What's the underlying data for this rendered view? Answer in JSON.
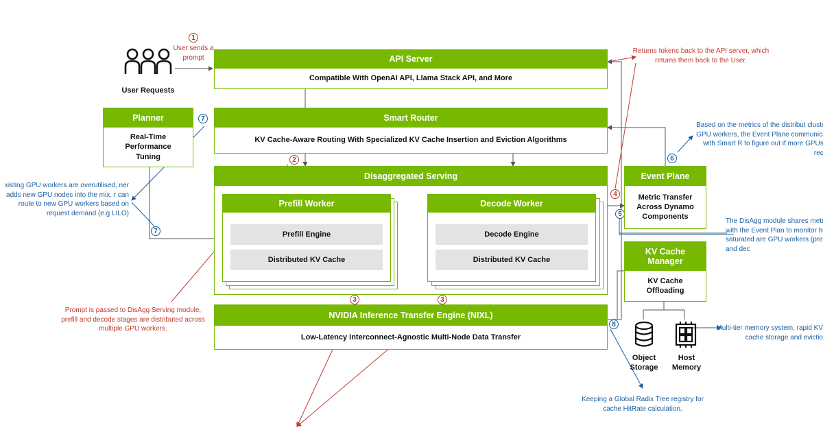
{
  "user": {
    "label": "User Requests"
  },
  "api_server": {
    "title": "API Server",
    "body": "Compatible With OpenAI API, Llama Stack API, and More"
  },
  "planner": {
    "title": "Planner",
    "body": "Real-Time Performance Tuning"
  },
  "smart_router": {
    "title": "Smart Router",
    "body": "KV Cache-Aware Routing With Specialized KV Cache Insertion and Eviction Algorithms"
  },
  "disagg": {
    "title": "Disaggregated Serving"
  },
  "prefill": {
    "title": "Prefill Worker",
    "engine": "Prefill Engine",
    "cache": "Distributed KV Cache"
  },
  "decode": {
    "title": "Decode Worker",
    "engine": "Decode Engine",
    "cache": "Distributed KV Cache"
  },
  "nixl": {
    "title": "NVIDIA Inference Transfer Engine (NIXL)",
    "body": "Low-Latency Interconnect-Agnostic Multi-Node Data Transfer"
  },
  "event_plane": {
    "title": "Event Plane",
    "body": "Metric Transfer Across Dynamo Components"
  },
  "kv_manager": {
    "title": "KV Cache Manager",
    "body": "KV Cache Offloading"
  },
  "storage": {
    "object": "Object Storage",
    "host": "Host Memory"
  },
  "steps": {
    "s1": "1",
    "s2": "2",
    "s3": "3",
    "s4": "4",
    "s5": "5",
    "s6": "6",
    "s7": "7",
    "s8": "8"
  },
  "notes": {
    "user_sends": "User sends a prompt",
    "returns_tokens": "Returns tokens back to the API server, which returns them back to the User.",
    "prompt_passed": "Prompt is passed to DisAgg Serving module, prefill and decode stages are distributed across multiple GPU workers.",
    "overutilised": "xisting GPU workers are overutilised, ner adds new GPU nodes into the mix. r can route to new GPU workers based on request demand (e.g LILO)",
    "event_metrics": "Based on the metrics of the distribut cluster of GPU workers, the Event Plane communicates with Smart R to figure out if more GPUs are require",
    "disagg_shares": "The DisAgg module shares metrics with the Event Plan to monitor how saturated are GPU workers (prefill and dec",
    "multi_tier": "Multi-tier memory system, rapid KV cache storage and evictio",
    "radix": "Keeping a Global Radix Tree registry for cache HitRate calculation."
  },
  "colors": {
    "green": "#76b900",
    "red": "#c0392b",
    "blue": "#1a5fa0",
    "grey": "#e3e3e3"
  },
  "icons": [
    "users-icon",
    "database-icon",
    "memory-chip-icon"
  ]
}
